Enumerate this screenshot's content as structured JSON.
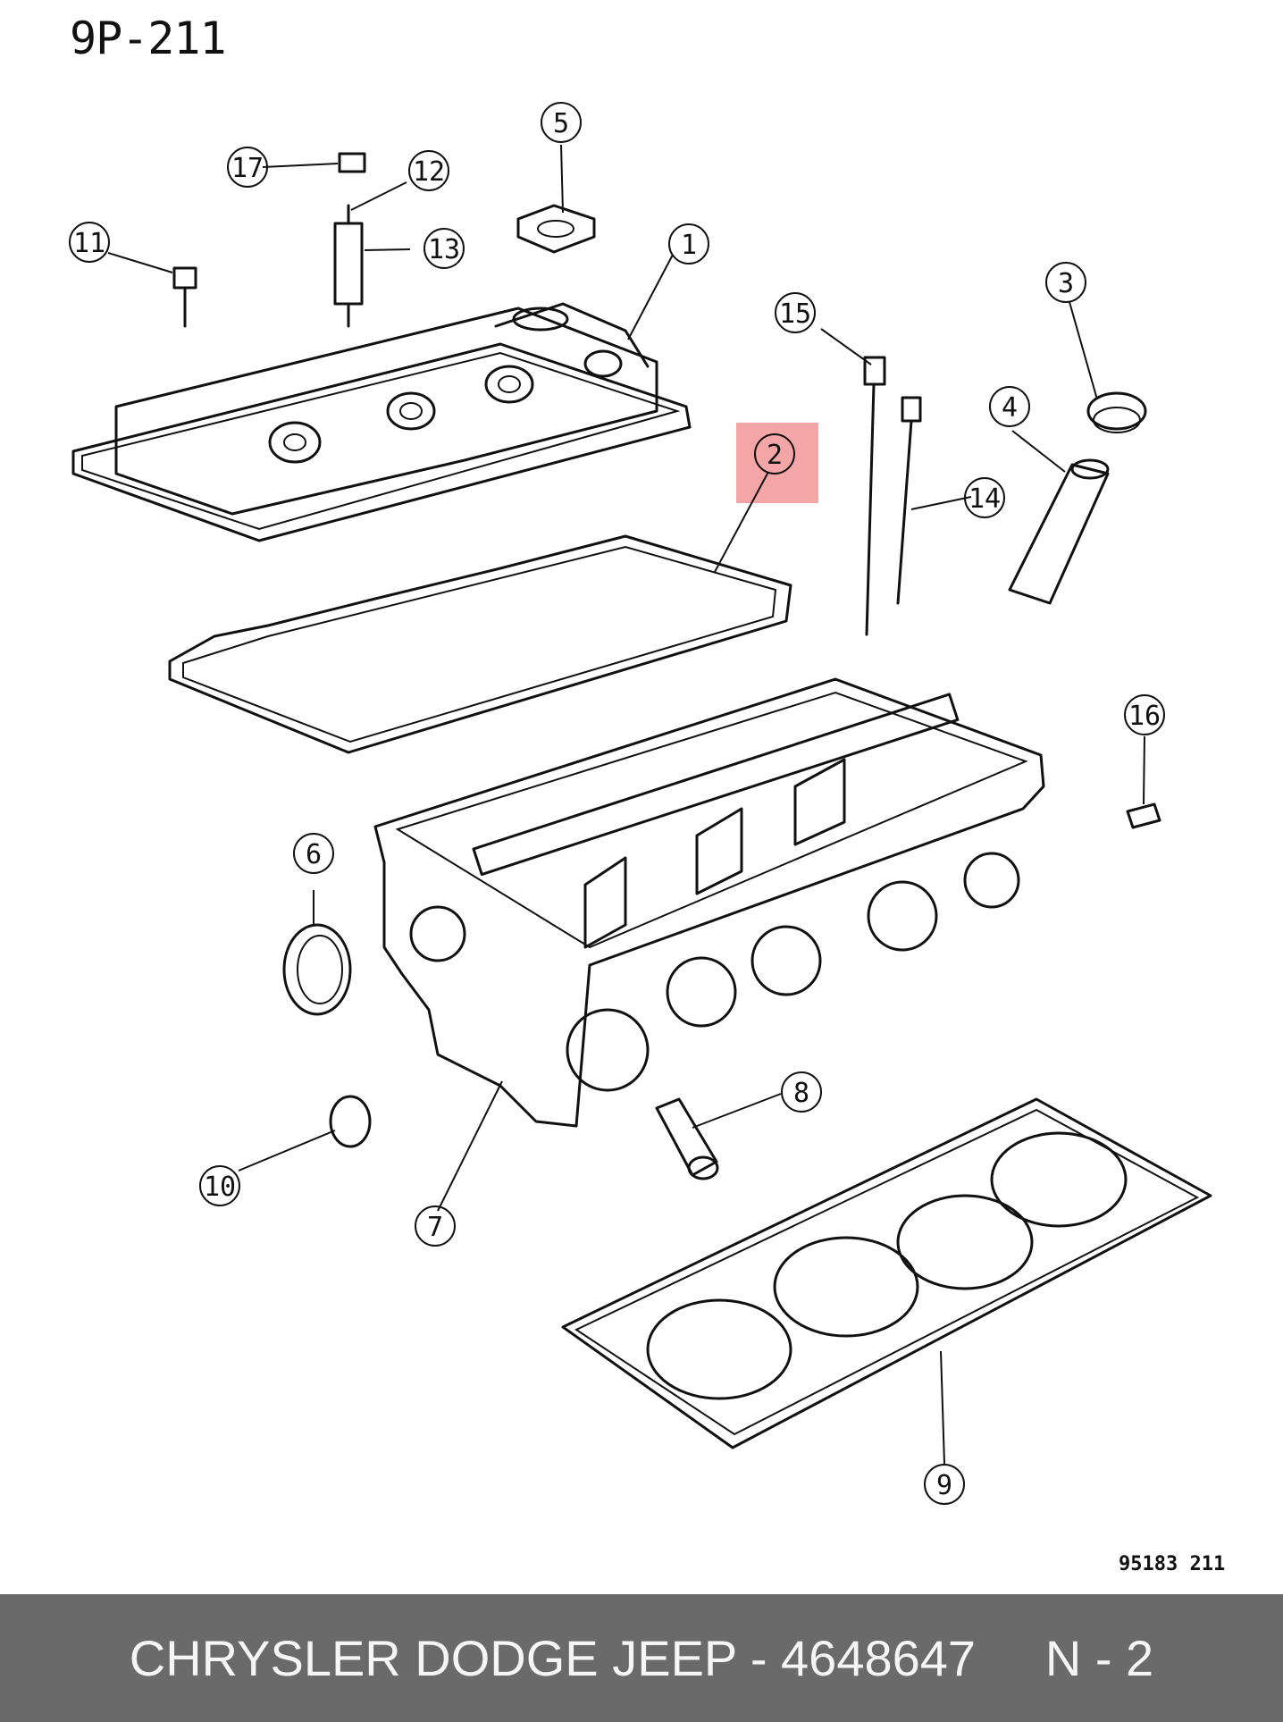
{
  "header": {
    "sheet_id": "9P-211"
  },
  "figure": {
    "code": "95183 211"
  },
  "callouts": [
    "1",
    "2",
    "3",
    "4",
    "5",
    "6",
    "7",
    "8",
    "9",
    "10",
    "11",
    "12",
    "13",
    "14",
    "15",
    "16",
    "17"
  ],
  "highlight": {
    "callout": "2",
    "color": "#f08080"
  },
  "footer": {
    "text": "CHRYSLER DODGE JEEP - 4648647     N - 2"
  },
  "icons": [
    "engine-cylinder-head-exploded-view"
  ]
}
